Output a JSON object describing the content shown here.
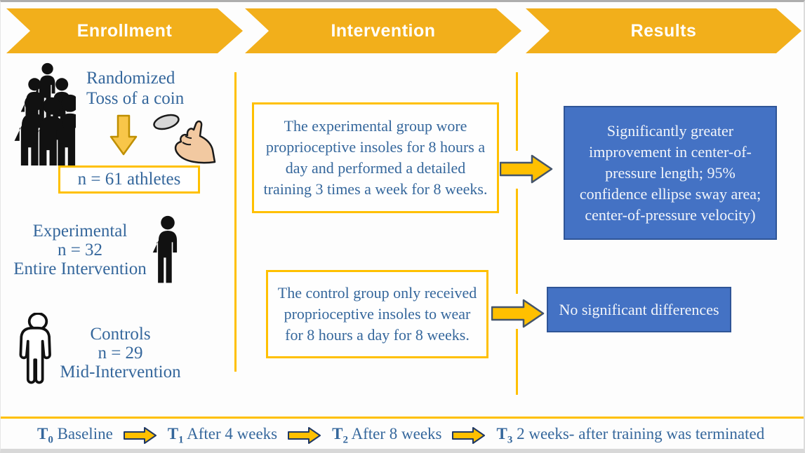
{
  "banners": {
    "enrollment": "Enrollment",
    "intervention": "Intervention",
    "results": "Results"
  },
  "enrollment": {
    "randomized_line1": "Randomized",
    "randomized_line2": "Toss of a coin",
    "n_box": "n = 61 athletes",
    "experimental_line1": "Experimental",
    "experimental_line2": "n = 32",
    "experimental_line3": "Entire Intervention",
    "controls_line1": "Controls",
    "controls_line2": "n = 29",
    "controls_line3": "Mid-Intervention"
  },
  "intervention": {
    "experimental_box": "The experimental group wore proprioceptive insoles for 8 hours a day and performed a detailed training 3 times a week for 8 weeks.",
    "control_box": "The control group only received proprioceptive insoles to wear for 8 hours a day for 8 weeks."
  },
  "results": {
    "experimental_box": "Significantly greater improvement in center-of-pressure length; 95% confidence ellipse sway area; center-of-pressure velocity)",
    "control_box": "No significant differences"
  },
  "timeline": [
    {
      "t": "T",
      "sub": "0",
      "label": "Baseline"
    },
    {
      "t": "T",
      "sub": "1",
      "label": "After 4 weeks"
    },
    {
      "t": "T",
      "sub": "2",
      "label": "After 8 weeks"
    },
    {
      "t": "T",
      "sub": "3",
      "label": "2 weeks- after training was terminated"
    }
  ],
  "icons": {
    "crowd": "crowd-icon",
    "coin_toss": "coin-toss-icon",
    "down_arrow": "down-arrow-icon",
    "person_solid": "person-solid-icon",
    "person_outline": "person-outline-icon",
    "right_arrow": "right-arrow-icon",
    "timeline_arrow": "timeline-arrow-icon"
  },
  "colors": {
    "banner_yellow": "#F2AF1B",
    "gold": "#FFC000",
    "box_blue": "#4472C4",
    "box_blue_border": "#2F5597",
    "text_blue": "#35679C",
    "icon_black": "#111111",
    "skin": "#F2C9A1",
    "coin_gray": "#D8D8D8"
  }
}
